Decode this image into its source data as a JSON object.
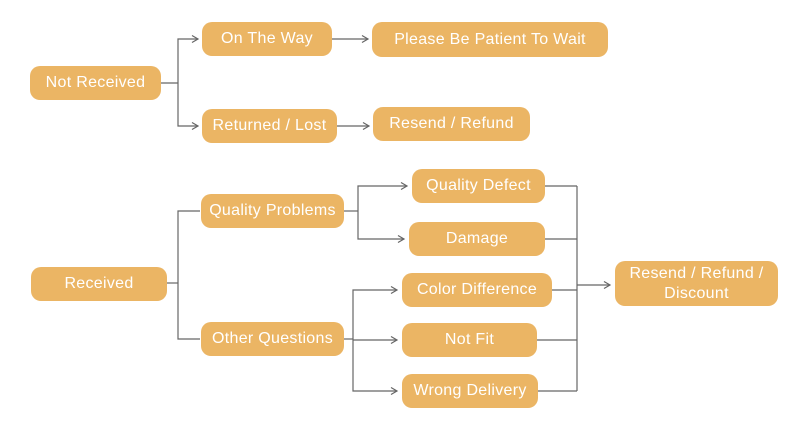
{
  "diagram": {
    "type": "flowchart",
    "colors": {
      "node_fill": "#ebb564",
      "node_text": "#ffffff",
      "connector": "#666666",
      "background": "#ffffff"
    },
    "nodes": {
      "not_received": {
        "label": "Not Received"
      },
      "on_the_way": {
        "label": "On The Way"
      },
      "please_wait": {
        "label": "Please Be Patient To Wait"
      },
      "returned_lost": {
        "label": "Returned / Lost"
      },
      "resend_refund": {
        "label": "Resend / Refund"
      },
      "received": {
        "label": "Received"
      },
      "quality_problems": {
        "label": "Quality Problems"
      },
      "other_questions": {
        "label": "Other Questions"
      },
      "quality_defect": {
        "label": "Quality Defect"
      },
      "damage": {
        "label": "Damage"
      },
      "color_difference": {
        "label": "Color Difference"
      },
      "not_fit": {
        "label": "Not Fit"
      },
      "wrong_delivery": {
        "label": "Wrong Delivery"
      },
      "resend_refund_discount": {
        "label": "Resend / Refund / Discount"
      }
    },
    "edges": [
      {
        "from": "Not Received",
        "to": "On The Way"
      },
      {
        "from": "Not Received",
        "to": "Returned / Lost"
      },
      {
        "from": "On The Way",
        "to": "Please Be Patient To Wait"
      },
      {
        "from": "Returned / Lost",
        "to": "Resend / Refund"
      },
      {
        "from": "Received",
        "to": "Quality Problems"
      },
      {
        "from": "Received",
        "to": "Other Questions"
      },
      {
        "from": "Quality Problems",
        "to": "Quality Defect"
      },
      {
        "from": "Quality Problems",
        "to": "Damage"
      },
      {
        "from": "Other Questions",
        "to": "Color Difference"
      },
      {
        "from": "Other Questions",
        "to": "Not Fit"
      },
      {
        "from": "Other Questions",
        "to": "Wrong Delivery"
      },
      {
        "from": "Quality Defect",
        "to": "Resend / Refund / Discount"
      },
      {
        "from": "Damage",
        "to": "Resend / Refund / Discount"
      },
      {
        "from": "Color Difference",
        "to": "Resend / Refund / Discount"
      },
      {
        "from": "Not Fit",
        "to": "Resend / Refund / Discount"
      },
      {
        "from": "Wrong Delivery",
        "to": "Resend / Refund / Discount"
      }
    ]
  }
}
